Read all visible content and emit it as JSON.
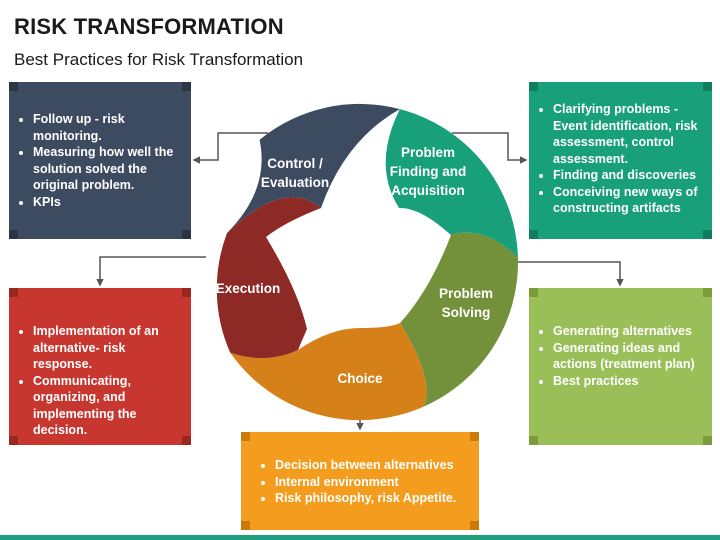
{
  "title": "RISK TRANSFORMATION",
  "subtitle": "Best Practices for Risk Transformation",
  "colors": {
    "control": "#3d4b60",
    "problem_finding": "#17a07a",
    "problem_solving": "#9bbf58",
    "choice": "#f39c1d",
    "execution": "#c7372f",
    "connector": "#555555"
  },
  "cycle": {
    "control": {
      "line1": "Control /",
      "line2": "Evaluation"
    },
    "problem_finding": {
      "line1": "Problem",
      "line2": "Finding and",
      "line3": "Acquisition"
    },
    "problem_solving": {
      "line1": "Problem",
      "line2": "Solving"
    },
    "choice": {
      "line1": "Choice"
    },
    "execution": {
      "line1": "Execution"
    }
  },
  "cards": {
    "control": [
      "Follow up - risk monitoring.",
      "Measuring how well the solution solved the original problem.",
      "KPIs"
    ],
    "problem_finding": [
      "Clarifying problems - Event identification, risk assessment, control assessment.",
      "Finding and discoveries",
      "Conceiving new ways of constructing artifacts"
    ],
    "execution": [
      "Implementation of an alternative- risk response.",
      "Communicating, organizing, and implementing the decision."
    ],
    "problem_solving": [
      "Generating alternatives",
      "Generating ideas and actions (treatment plan)",
      "Best practices"
    ],
    "choice": [
      "Decision between alternatives",
      "Internal environment",
      "Risk philosophy, risk Appetite."
    ]
  }
}
